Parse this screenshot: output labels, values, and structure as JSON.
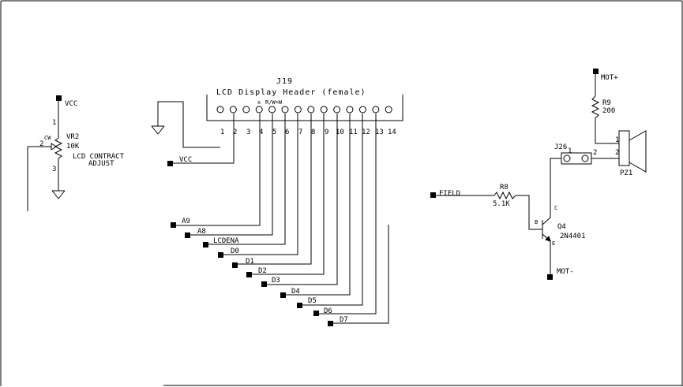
{
  "vr2": {
    "ref": "VR2",
    "value": "10K",
    "cw": "CW",
    "pin1": "1",
    "pin2": "2",
    "pin3": "3",
    "vcc": "VCC",
    "caption_line1": "LCD CONTRACT",
    "caption_line2": "ADJUST"
  },
  "j19": {
    "ref": "J19",
    "title": "LCD Display Header (female)",
    "pins": [
      "1",
      "2",
      "3",
      "4",
      "5",
      "6",
      "7",
      "8",
      "9",
      "10",
      "11",
      "12",
      "13",
      "14"
    ],
    "small_marks": "x",
    "small_label": "R/W=W"
  },
  "nets": {
    "vcc": "VCC",
    "a9": "A9",
    "a8": "A8",
    "lcdena": "LCDENA",
    "d0": "D0",
    "d1": "D1",
    "d2": "D2",
    "d3": "D3",
    "d4": "D4",
    "d5": "D5",
    "d6": "D6",
    "d7": "D7"
  },
  "driver": {
    "mot_plus": "MOT+",
    "r9_ref": "R9",
    "r9_value": "200",
    "j26_ref": "J26",
    "j26_pin1": "1",
    "j26_pin2": "2",
    "pz1_ref": "PZ1",
    "pz1_pin1": "1",
    "pz1_pin2": "2",
    "field_net": "FIELD",
    "r8_ref": "R8",
    "r8_value": "5.1K",
    "q4_ref": "Q4",
    "q4_part": "2N4401",
    "q4_b": "B",
    "q4_c": "C",
    "q4_e": "E",
    "mot_minus": "MOT-"
  }
}
